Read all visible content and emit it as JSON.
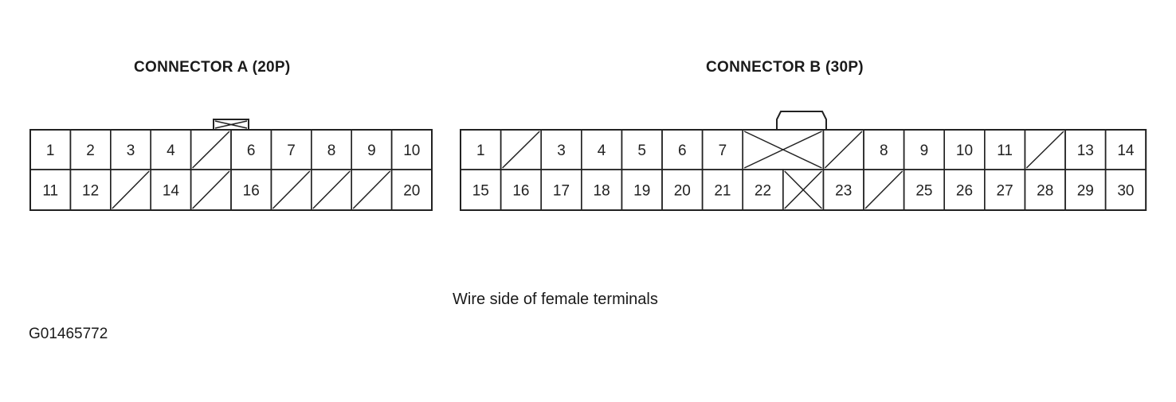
{
  "diagram": {
    "connector_a": {
      "title": "CONNECTOR A (20P)",
      "rows": [
        [
          "1",
          "2",
          "3",
          "4",
          "",
          "6",
          "7",
          "8",
          "9",
          "10"
        ],
        [
          "11",
          "12",
          "",
          "14",
          "",
          "16",
          "",
          "",
          "",
          "20"
        ]
      ]
    },
    "connector_b": {
      "title": "CONNECTOR B (30P)",
      "rows": [
        [
          "1",
          "",
          "3",
          "4",
          "5",
          "6",
          "7",
          "",
          "",
          "8",
          "9",
          "10",
          "11",
          "",
          "13",
          "14"
        ],
        [
          "15",
          "16",
          "17",
          "18",
          "19",
          "20",
          "21",
          "22",
          "",
          "23",
          "",
          "25",
          "26",
          "27",
          "28",
          "29",
          "30"
        ]
      ]
    },
    "caption": "Wire side of female terminals",
    "figure_id": "G01465772"
  }
}
